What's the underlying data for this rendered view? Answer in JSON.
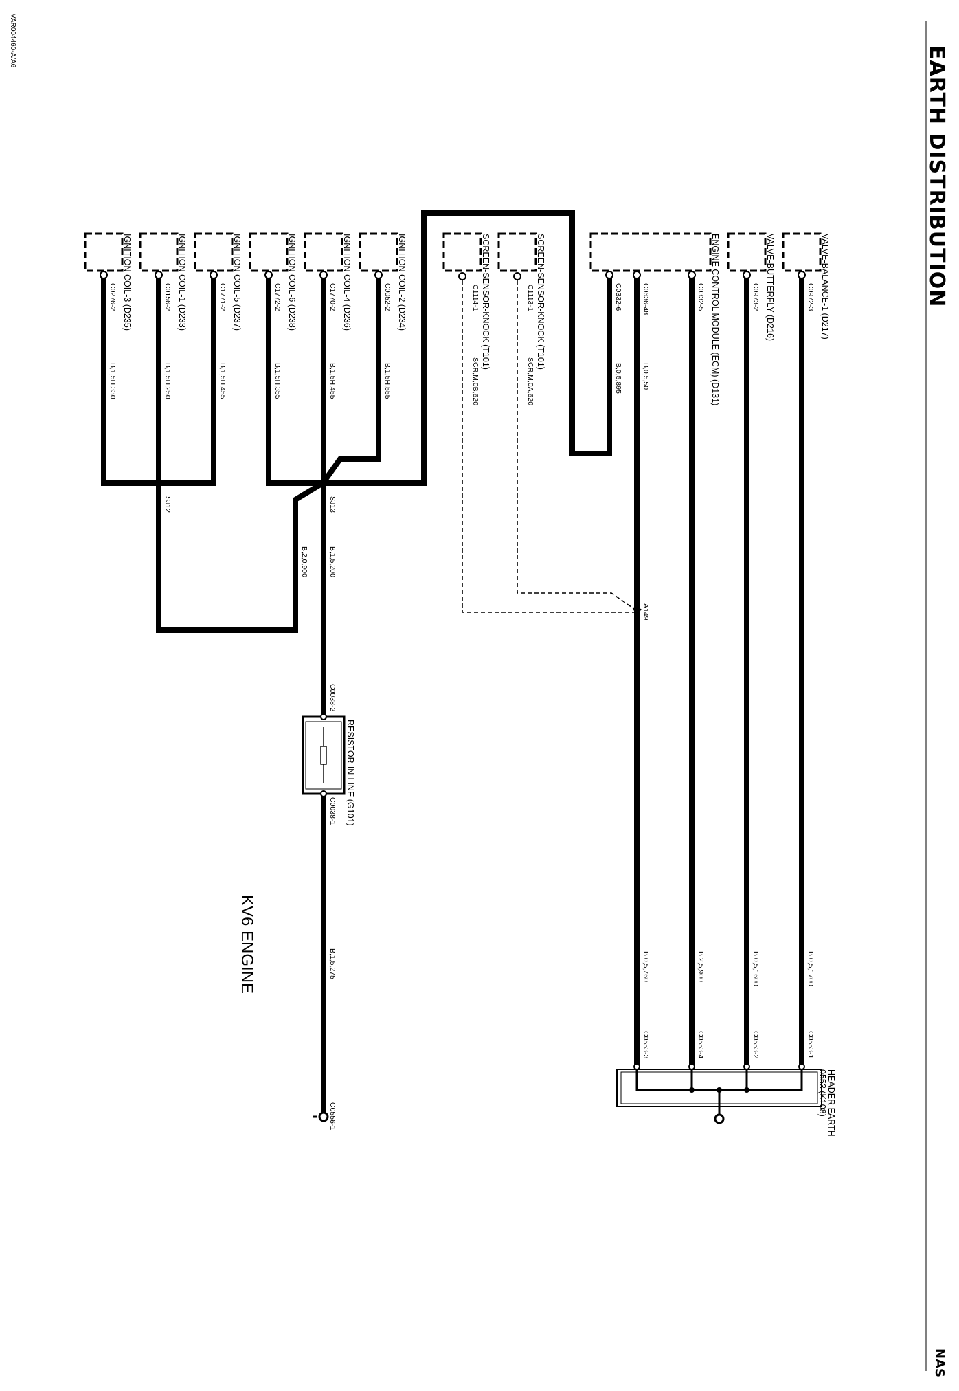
{
  "header": {
    "title": "EARTH DISTRIBUTION",
    "market": "NAS",
    "image_ref": "VAR004460-A/A6",
    "engine_label": "KV6 ENGINE"
  },
  "components": {
    "ignition_coil_3": {
      "name": "IGNITION COIL-3 (D235)",
      "connector": "C0276-2",
      "wire": "B,1,5H,330"
    },
    "ignition_coil_1": {
      "name": "IGNITION COIL-1 (D233)",
      "connector": "C0156-2",
      "wire": "B,1,5H,250"
    },
    "ignition_coil_5": {
      "name": "IGNITION COIL-5 (D237)",
      "connector": "C1771-2",
      "wire": "B,1,5H,455"
    },
    "ignition_coil_6": {
      "name": "IGNITION COIL-6 (D238)",
      "connector": "C1772-2",
      "wire": "B,1,5H,355"
    },
    "ignition_coil_4": {
      "name": "IGNITION COIL-4 (D236)",
      "connector": "C1770-2",
      "wire": "B,1,5H,455"
    },
    "ignition_coil_2": {
      "name": "IGNITION COIL-2 (D234)",
      "connector": "C0052-2",
      "wire": "B,1,5H,555"
    },
    "screen_knock_b": {
      "name": "SCREEN-SENSOR-KNOCK (T101)",
      "connector": "C1114-1",
      "wire": "SCR,M,0B,620"
    },
    "screen_knock_a": {
      "name": "SCREEN-SENSOR-KNOCK (T101)",
      "connector": "C1113-1",
      "wire": "SCR,M,0A,620"
    },
    "ecm": {
      "name": "ENGINE CONTROL MODULE (ECM) (D131)",
      "connector_a": "C0332-6",
      "wire_a": "B,0,5,895",
      "connector_b": "C0636-48",
      "wire_b": "B,0,5,50",
      "connector_c": "C0332-5"
    },
    "valve_butterfly": {
      "name": "VALVE-BUTTERFLY (D216)",
      "connector": "C0973-2"
    },
    "valve_balance": {
      "name": "VALVE-BALANCE-1 (D217)",
      "connector": "C0972-3"
    }
  },
  "splices": {
    "sj12": "SJ12",
    "sj13": "SJ13",
    "a149": "A149"
  },
  "main_run": {
    "wire_sj13": "B,1,5,200",
    "wire_link": "B,2,0,900",
    "resistor_in": "C0038-2",
    "resistor_name": "RESISTOR-IN-LINE (G101)",
    "resistor_out": "C0038-1",
    "wire_lower": "B,1,5,275",
    "earth": "C0556-1"
  },
  "header_earth": {
    "name": "HEADER EARTH",
    "sub": "0553 (K108)",
    "pins": [
      "C0553-3",
      "C0553-4",
      "C0553-2",
      "C0553-1"
    ],
    "wires": [
      "B,0,5,760",
      "B,2,5,900",
      "B,0,5,1600",
      "B,0,5,1700"
    ]
  }
}
